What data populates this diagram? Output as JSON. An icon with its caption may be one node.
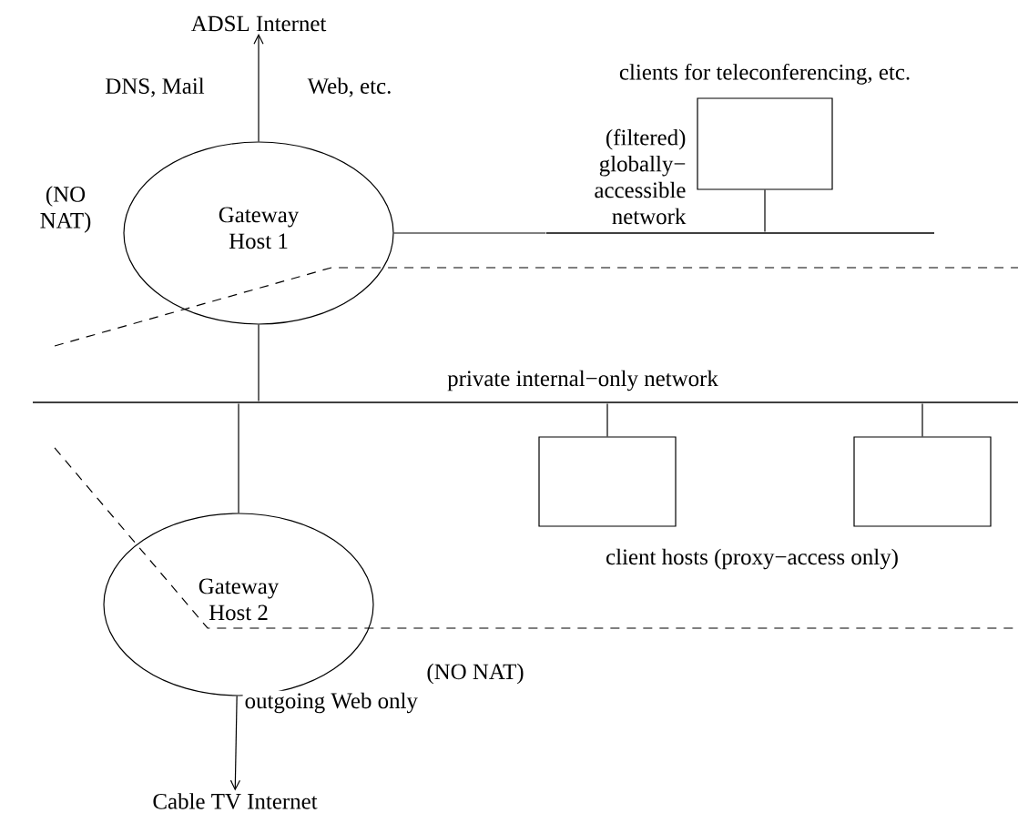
{
  "diagram": {
    "nodes": [
      {
        "text": [
          "ADSL Internet"
        ]
      },
      {
        "text": [
          "Gateway Host 1"
        ],
        "beside": [
          "(NO NAT)"
        ]
      },
      {
        "text": [
          "clients for teleconferencing, etc."
        ]
      },
      {
        "text": [],
        "shape": "bar",
        "beside": [
          "(filtered) globally− accessible network"
        ]
      },
      {
        "text": [],
        "shape": "bar",
        "beside": [
          "private internal−only network"
        ]
      },
      {
        "text": [],
        "shape": "box"
      },
      {
        "text": [],
        "shape": "box"
      },
      {
        "text": [
          "Gateway Host 2"
        ],
        "beside": [
          "(NO NAT)"
        ]
      },
      {
        "text": [
          "Cable TV Internet"
        ]
      }
    ],
    "edges": [
      {
        "from": 1,
        "to": 0,
        "arrow": "to"
      },
      {
        "from": 1,
        "to": 3,
        "arrow": "none"
      },
      {
        "from": 2,
        "to": 3,
        "arrow": "none"
      },
      {
        "from": 1,
        "to": 4,
        "arrow": "none"
      },
      {
        "from": 4,
        "to": 7,
        "arrow": "none"
      },
      {
        "from": 4,
        "to": 5,
        "arrow": "none"
      },
      {
        "from": 4,
        "to": 6,
        "arrow": "none"
      },
      {
        "from": 7,
        "to": 8,
        "arrow": "to",
        "label": "outgoing Web only"
      }
    ],
    "labels": [
      "DNS, Mail",
      "Web, etc.",
      "client hosts (proxy−access only)"
    ]
  }
}
